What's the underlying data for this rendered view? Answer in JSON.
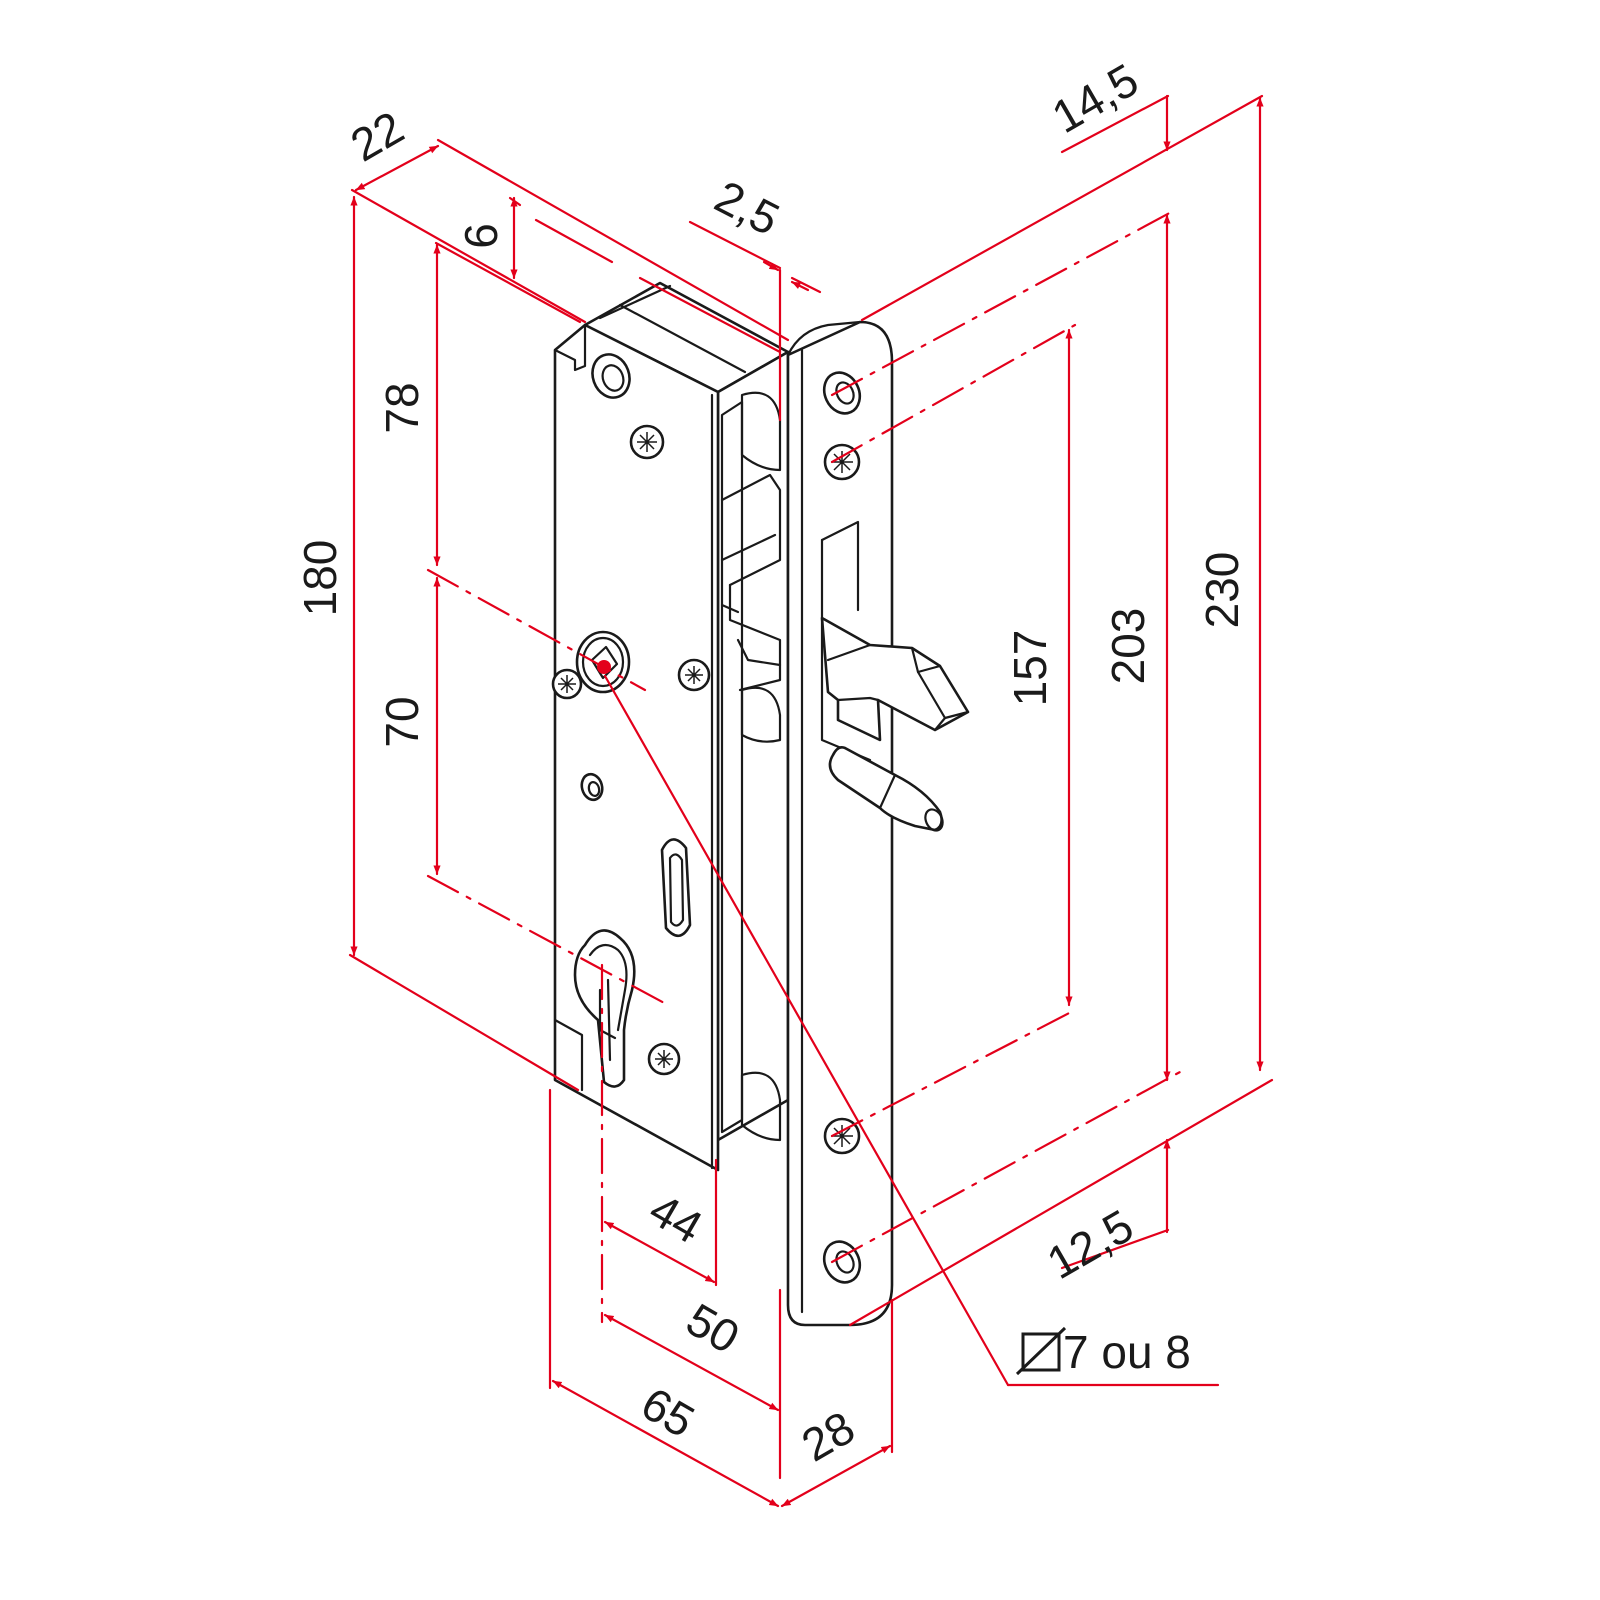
{
  "colors": {
    "dimension": "#e3001b",
    "outline": "#1a1a1a",
    "background": "#ffffff"
  },
  "dimensions": {
    "d_22": "22",
    "d_6": "6",
    "d_2_5": "2,5",
    "d_14_5": "14,5",
    "d_180": "180",
    "d_78": "78",
    "d_70": "70",
    "d_157": "157",
    "d_203": "203",
    "d_230": "230",
    "d_12_5": "12,5",
    "d_44": "44",
    "d_50": "50",
    "d_65": "65",
    "d_28": "28"
  },
  "spindle": {
    "label": "7 ou 8",
    "icon": "square-diameter-icon"
  }
}
